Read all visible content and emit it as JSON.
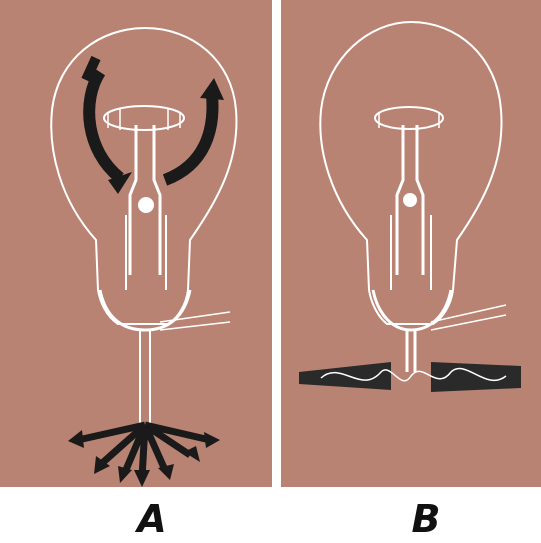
{
  "panels": [
    {
      "id": "A",
      "label": "A",
      "background": "#b98373"
    },
    {
      "id": "B",
      "label": "B",
      "background": "#b98373"
    }
  ],
  "colors": {
    "outline": "#ffffff",
    "arrow": "#1a1a1a",
    "divider": "#ffffff"
  }
}
